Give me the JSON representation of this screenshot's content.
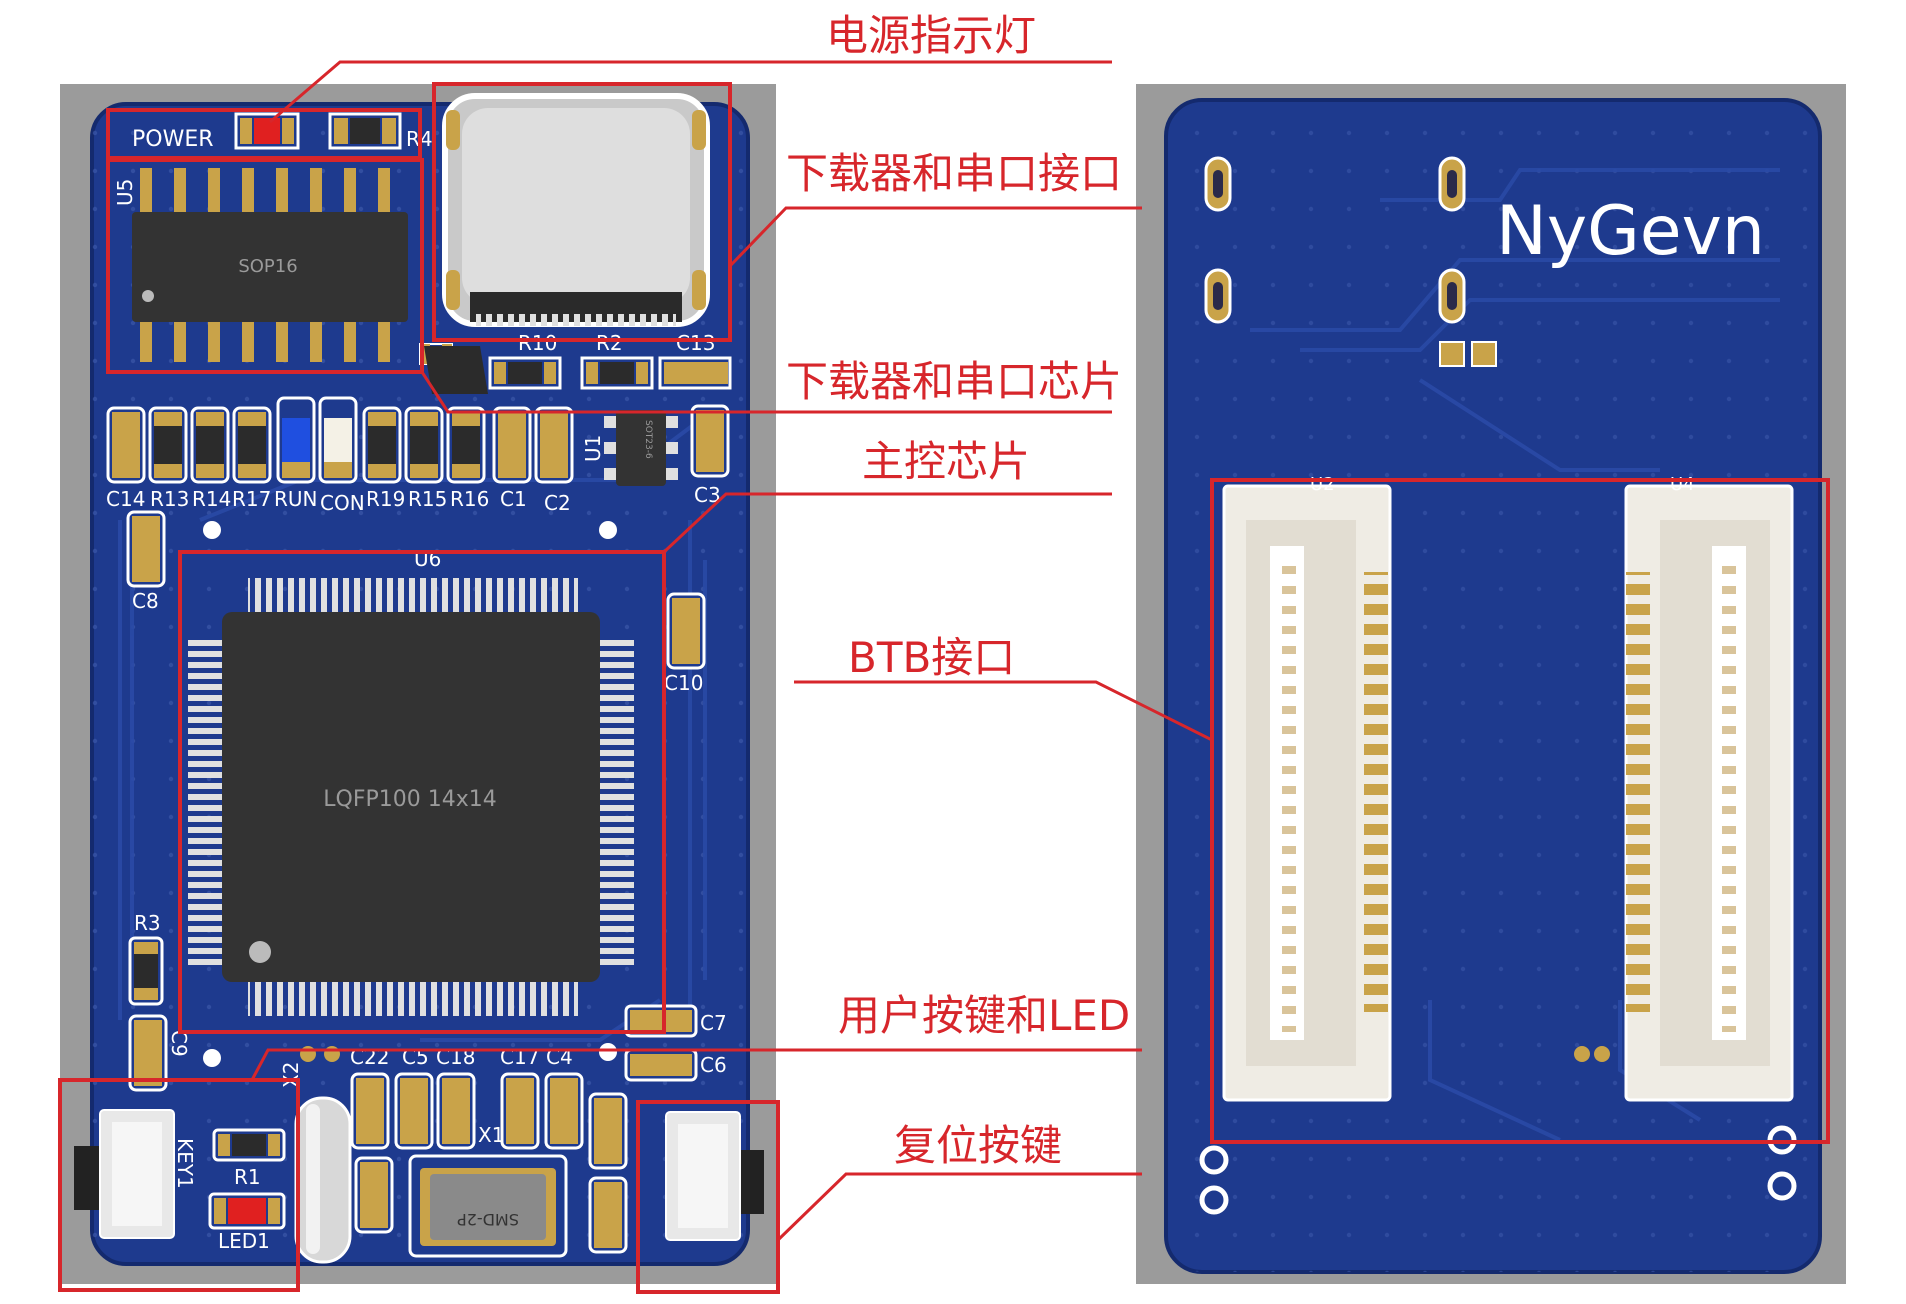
{
  "callouts": {
    "power_led": "电源指示灯",
    "downloader_port": "下载器和串口接口",
    "downloader_chip": "下载器和串口芯片",
    "main_chip": "主控芯片",
    "btb_port": "BTB接口",
    "user_key_led": "用户按键和LED",
    "reset_key": "复位按键"
  },
  "front_board": {
    "power_label": "POWER",
    "u5_chip_label": "SOP16",
    "u6_chip_label": "LQFP100 14x14",
    "u1_chip_label": "SOT23-6",
    "crystal_label": "SMD-2P",
    "designators": {
      "r4": "R4",
      "u5": "U5",
      "r10": "R10",
      "r2": "R2",
      "c13": "C13",
      "u1": "U1",
      "c3": "C3",
      "u6": "U6",
      "c8": "C8",
      "c10": "C10",
      "r3": "R3",
      "c9": "C9",
      "c7": "C7",
      "c6": "C6",
      "c22": "C22",
      "c5": "C5",
      "c18": "C18",
      "c17": "C17",
      "c4": "C4",
      "x2": "X2",
      "x1": "X1",
      "key1": "KEY1",
      "r1": "R1",
      "led1": "LED1"
    },
    "bottom_row": [
      "C14",
      "R13",
      "R14",
      "R17",
      "RUN",
      "CON",
      "R19",
      "R15",
      "R16",
      "C1",
      "C2"
    ]
  },
  "back_board": {
    "brand": "NyGevn",
    "u2": "U2",
    "u4": "U4"
  },
  "colors": {
    "callout_red": "#d7262b",
    "pcb_blue": "#1e3a8e",
    "pcb_dark": "#142a6e",
    "gold": "#c9a349",
    "chip_black": "#333333",
    "background_grey": "#9b9b9b"
  }
}
